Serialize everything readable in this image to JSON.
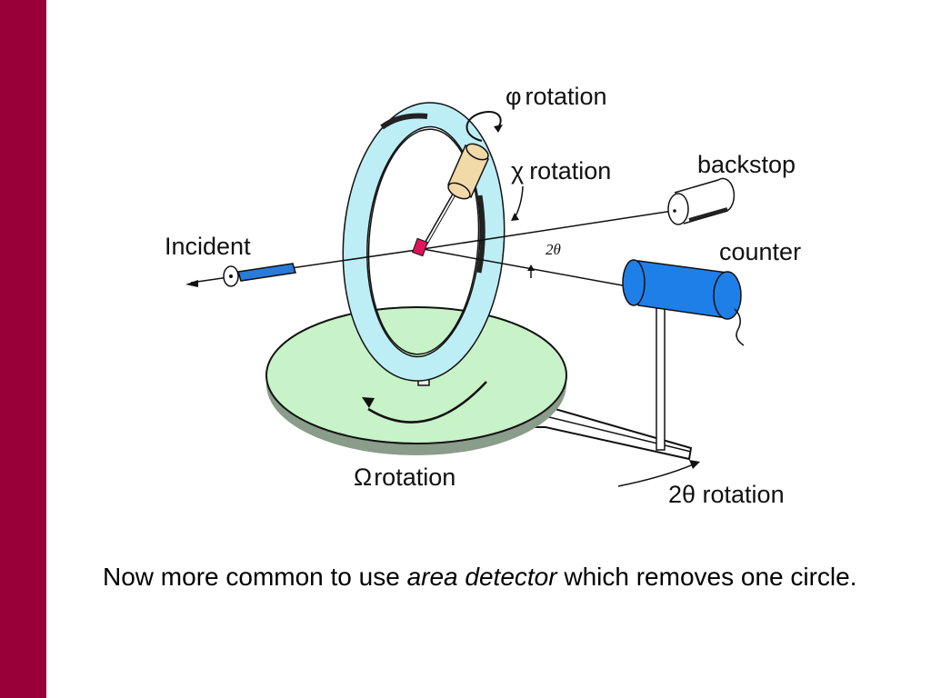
{
  "colors": {
    "sidebar": "#99003a",
    "ring": "#bdeef6",
    "disc": "#c8f2c8",
    "counter": "#1f7fe8",
    "crystal": "#e0145a",
    "goniometer_head": "#f2d9a8"
  },
  "diagram": {
    "labels": {
      "phi_symbol": "φ",
      "phi_rotation": "rotation",
      "chi_symbol": "χ",
      "chi_rotation": "rotation",
      "backstop": "backstop",
      "incident": "Incident",
      "counter": "counter",
      "two_theta_small": "2θ",
      "omega_symbol": "Ω",
      "omega_rotation": "rotation",
      "two_theta_rotation": "2θ rotation"
    }
  },
  "caption": {
    "before": "Now more common to use ",
    "emphasis": "area detector",
    "after": " which removes one circle."
  }
}
